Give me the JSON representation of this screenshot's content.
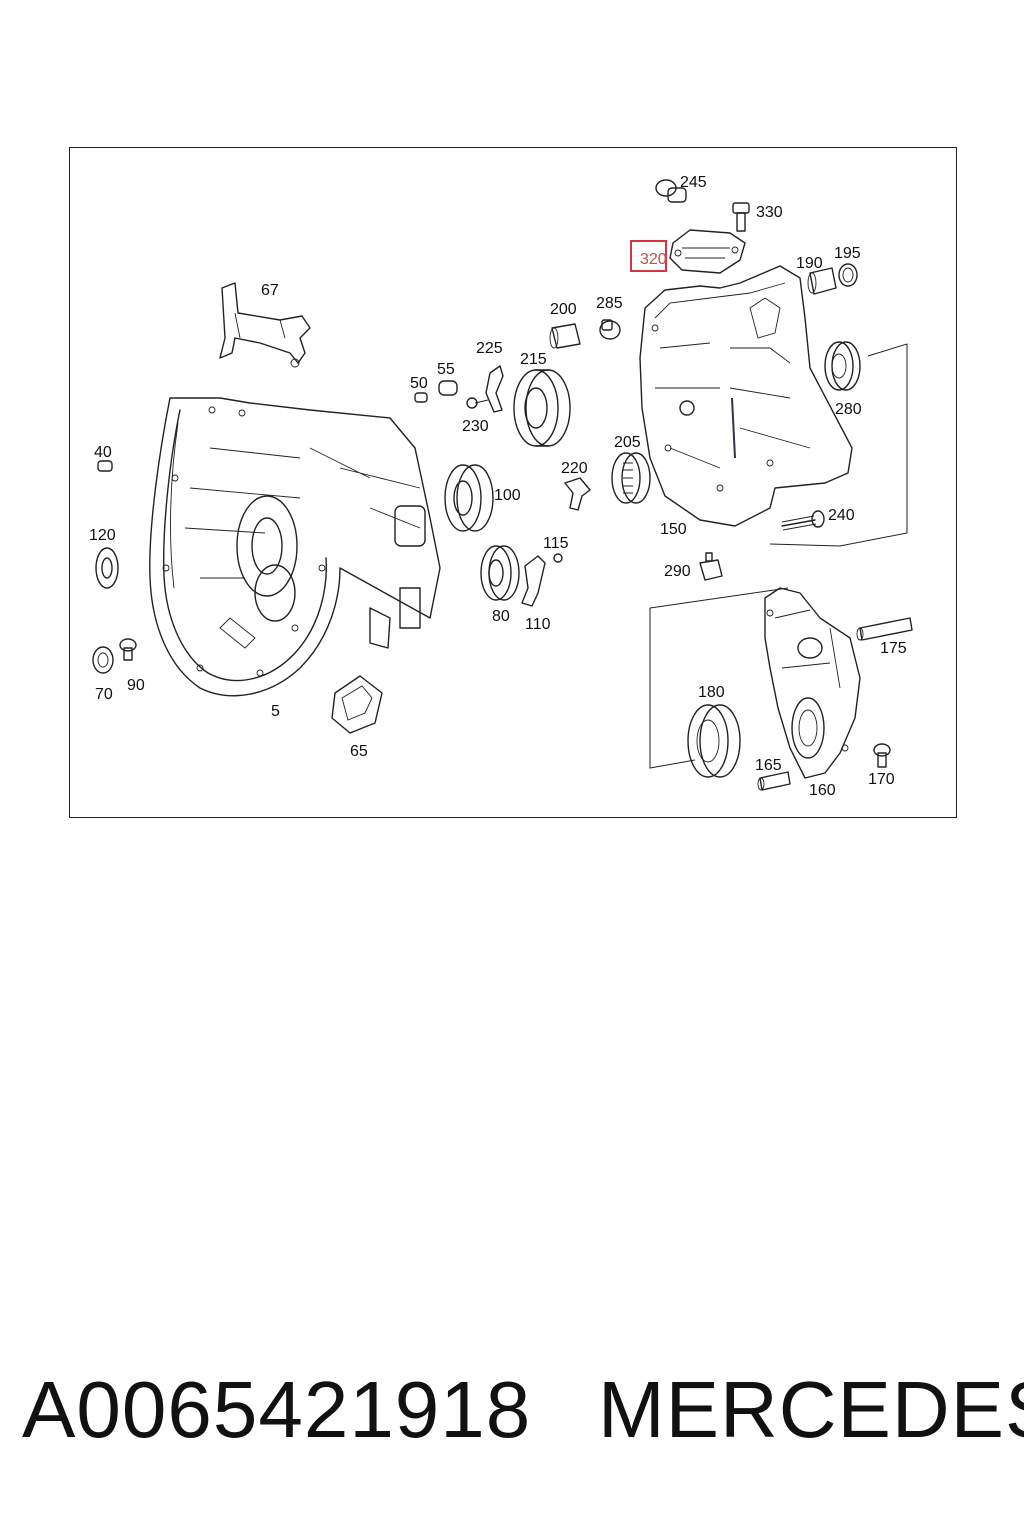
{
  "diagram": {
    "highlighted_callout": "320",
    "callouts": {
      "c245": "245",
      "c330": "330",
      "c320": "320",
      "c190": "190",
      "c195": "195",
      "c67": "67",
      "c200": "200",
      "c285": "285",
      "c225": "225",
      "c215": "215",
      "c50": "50",
      "c55": "55",
      "c230": "230",
      "c280": "280",
      "c40": "40",
      "c205": "205",
      "c220": "220",
      "c100": "100",
      "c150": "150",
      "c240": "240",
      "c120": "120",
      "c115": "115",
      "c290": "290",
      "c80": "80",
      "c110": "110",
      "c175": "175",
      "c70": "70",
      "c90": "90",
      "c180": "180",
      "c5": "5",
      "c65": "65",
      "c165": "165",
      "c170": "170",
      "c160": "160"
    },
    "highlight_color": "#d9333f"
  },
  "footer": {
    "part_number": "A0065421918",
    "brand": "MERCEDES"
  }
}
